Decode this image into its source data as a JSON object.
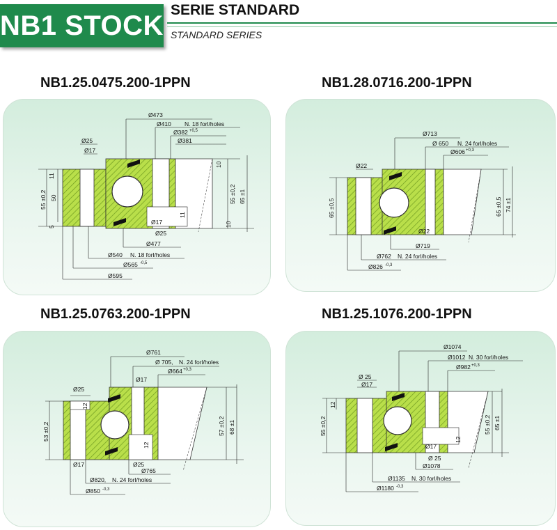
{
  "header": {
    "badge": "NB1 STOCK",
    "title": "SERIE STANDARD",
    "subtitle": "STANDARD SERIES"
  },
  "colors": {
    "brand_green": "#1f8a4c",
    "ring_fill": "#b9df4a",
    "panel_bg": "#d9f0e2"
  },
  "drawings": [
    {
      "model": "NB1.25.0475.200-1PPN",
      "dims": {
        "d_outer_top": "Ø473",
        "pcd_inner": "Ø410",
        "pcd_inner_holes": "N. 18 forl/holes",
        "bore_tol": "Ø382",
        "bore_tol_sup": "+0,5",
        "bore": "Ø381",
        "bolt_top_cb": "Ø25",
        "bolt_top": "Ø17",
        "h_10a": "10",
        "h_55": "55 ±0,2",
        "h_65": "65 ±1",
        "h_10b": "10",
        "left_55": "55 ±0,2",
        "left_50": "50",
        "left_11": "11",
        "left_5": "5",
        "inner_bolt": "Ø17",
        "inner_bolt_cb": "Ø25",
        "inner_11": "11",
        "d_477": "Ø477",
        "pcd_outer": "Ø540",
        "pcd_outer_holes": "N. 18 forl/holes",
        "d_565": "Ø565",
        "d_565_sup": "-0,5",
        "d_595": "Ø595"
      }
    },
    {
      "model": "NB1.28.0716.200-1PPN",
      "dims": {
        "d_713": "Ø713",
        "pcd_inner": "Ø 650",
        "pcd_inner_holes": "N. 24 forl/holes",
        "bore": "Ø606",
        "bore_sup": "+0,3",
        "bolt_top": "Ø22",
        "left_65": "65 ±0,5",
        "h_65": "65 ±0,5",
        "h_74": "74 ±1",
        "inner_bolt": "Ø22",
        "d_719": "Ø719",
        "pcd_outer": "Ø762",
        "pcd_outer_holes": "N. 24 forl/holes",
        "d_826": "Ø826",
        "d_826_sup": "-0,3"
      }
    },
    {
      "model": "NB1.25.0763.200-1PPN",
      "dims": {
        "d_761": "Ø761",
        "pcd_inner": "Ø 705,",
        "pcd_inner_holes": "N. 24 forl/holes",
        "bore": "Ø664",
        "bore_sup": "+0,3",
        "bolt_top_cb": "Ø25",
        "bolt_top": "Ø17",
        "h_12a": "12",
        "left_53": "53 ±0,2",
        "h_57": "57 ±0,2",
        "h_68": "68 ±1",
        "h_12b": "12",
        "bolt_bottom": "Ø17",
        "inner_bolt_cb": "Ø25",
        "d_765": "Ø765",
        "pcd_outer": "Ø820,",
        "pcd_outer_holes": "N. 24 forl/holes",
        "d_850": "Ø850",
        "d_850_sup": "-0,3"
      }
    },
    {
      "model": "NB1.25.1076.200-1PPN",
      "dims": {
        "d_1074": "Ø1074",
        "pcd_inner": "Ø1012",
        "pcd_inner_holes": "N. 30 forl/holes",
        "bore": "Ø982",
        "bore_sup": "+0,3",
        "bolt_top_cb": "Ø 25",
        "bolt_top": "Ø17",
        "left_12": "12",
        "left_55": "55 ±0,2",
        "h_55": "55 ±0,2",
        "h_65": "65 ±1",
        "h_12": "12",
        "inner_bolt": "Ø17",
        "inner_bolt_cb": "Ø 25",
        "d_1078": "Ø1078",
        "pcd_outer": "Ø1135",
        "pcd_outer_holes": "N. 30 forl/holes",
        "d_1180": "Ø1180",
        "d_1180_sup": "-0,3"
      }
    }
  ]
}
